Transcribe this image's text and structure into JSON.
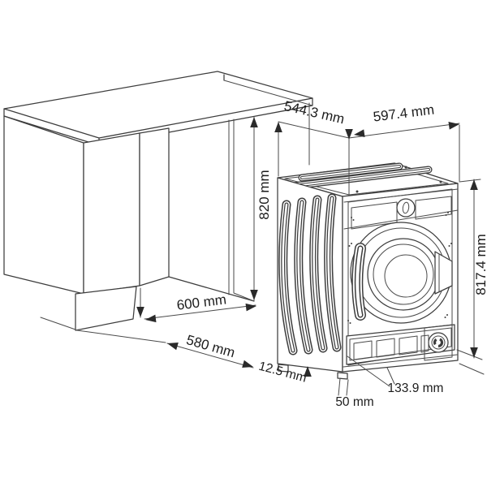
{
  "page": {
    "background": "#ffffff"
  },
  "diagram": {
    "name": "built-in-washing-machine-installation-dimensions",
    "line_color": "#3d3d3d",
    "text_color": "#1c1c1c",
    "dims": {
      "d544": "544.3 mm",
      "d597": "597.4 mm",
      "d820": "820 mm",
      "d817": "817.4 mm",
      "d600": "600 mm",
      "d580": "580 mm",
      "d12_5": "12.5 mm",
      "d50": "50 mm",
      "d133_9": "133.9 mm"
    }
  }
}
